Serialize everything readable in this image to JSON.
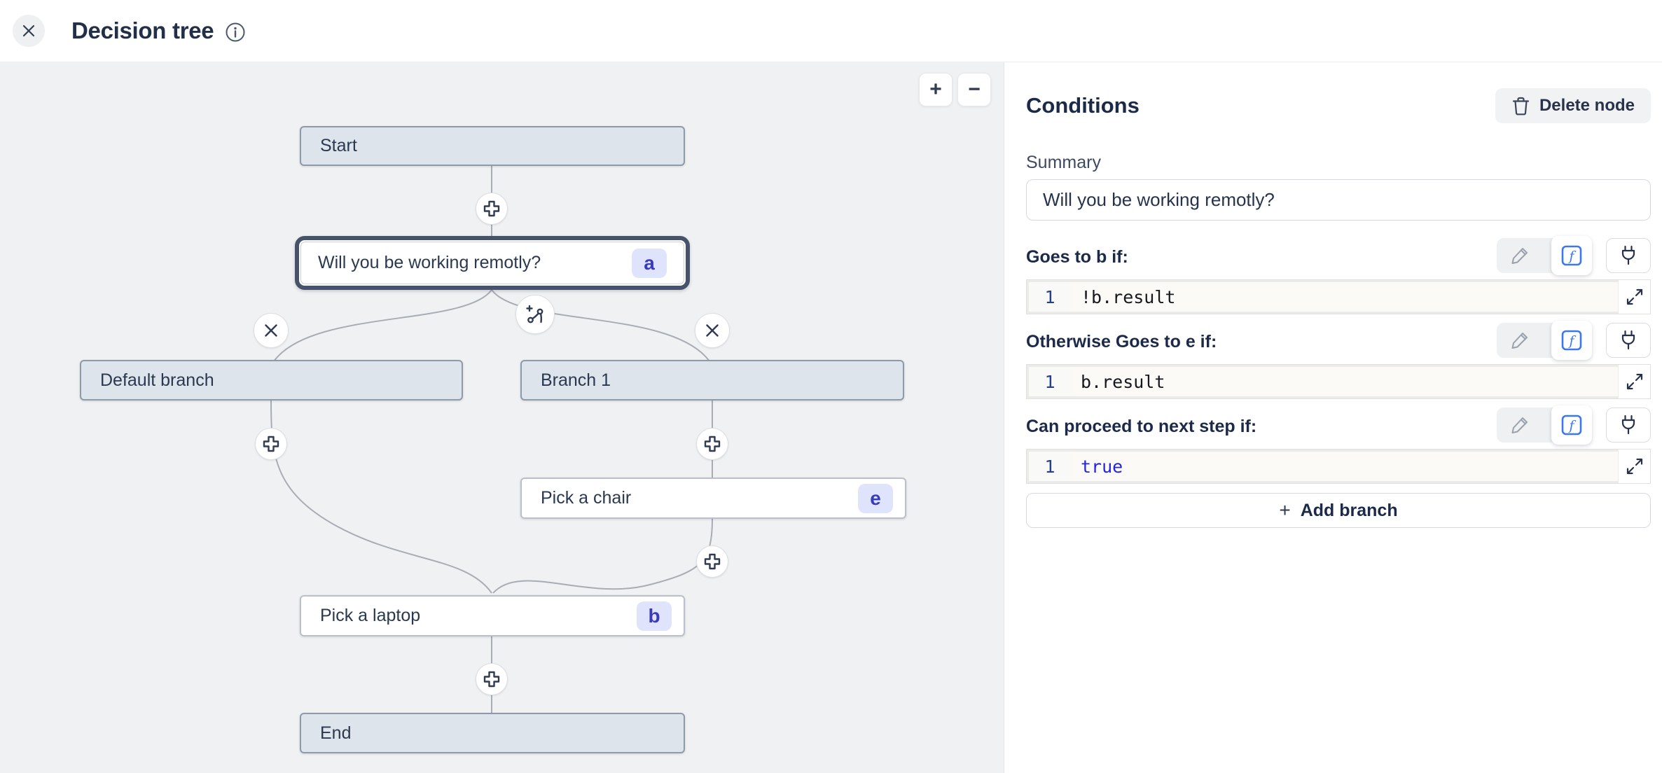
{
  "header": {
    "title": "Decision tree"
  },
  "canvas": {
    "zoom_in": "+",
    "zoom_out": "−",
    "nodes": {
      "start": {
        "label": "Start"
      },
      "question": {
        "label": "Will you be working remotly?",
        "badge": "a"
      },
      "default_branch": {
        "label": "Default branch"
      },
      "branch1": {
        "label": "Branch 1"
      },
      "chair": {
        "label": "Pick a chair",
        "badge": "e"
      },
      "laptop": {
        "label": "Pick a laptop",
        "badge": "b"
      },
      "end": {
        "label": "End"
      }
    }
  },
  "panel": {
    "title": "Conditions",
    "delete_button": "Delete node",
    "summary_label": "Summary",
    "summary_value": "Will you be working remotly?",
    "conditions": [
      {
        "label": "Goes to b if:",
        "line_number": "1",
        "code": "!b.result"
      },
      {
        "label": "Otherwise Goes to e if:",
        "line_number": "1",
        "code": "b.result"
      },
      {
        "label": "Can proceed to next step if:",
        "line_number": "1",
        "code": "true"
      }
    ],
    "add_branch_plus": "+",
    "add_branch_label": "Add branch"
  },
  "icons": {
    "close": "close-icon",
    "info": "info-icon",
    "trash": "trash-icon",
    "pencil": "pencil-icon",
    "function": "function-icon",
    "plug": "plug-icon",
    "expand": "expand-icon",
    "plus_connector": "plus-icon",
    "remove_branch": "x-icon",
    "add_branch_node": "branch-plus-icon"
  },
  "colors": {
    "accent_blue": "#3b78f0",
    "keyword_blue": "#2525e0",
    "badge_bg": "#dfe3fc",
    "badge_text": "#3a3abf",
    "branch_node_fill": "#dee4eb",
    "canvas_bg": "#f0f1f3",
    "selected_border": "#46536a"
  }
}
